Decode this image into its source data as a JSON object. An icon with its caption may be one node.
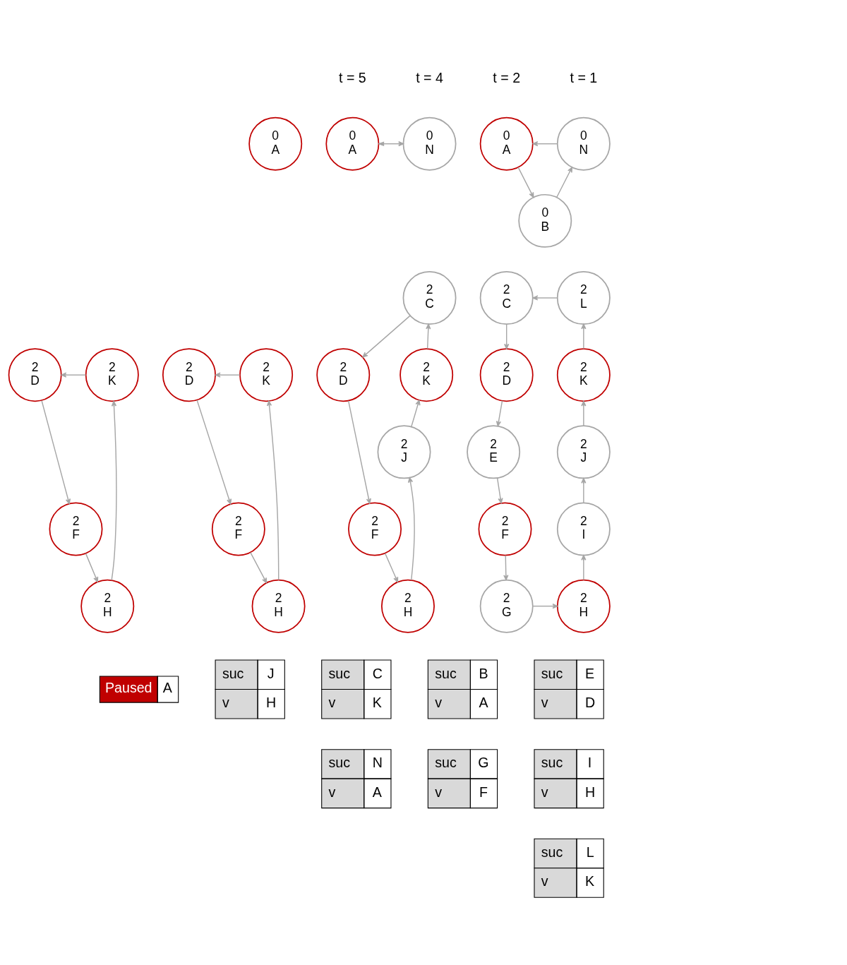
{
  "diagram": {
    "nodes": [
      {
        "text": [
          "2",
          "D"
        ]
      },
      {
        "text": [
          "2",
          "K"
        ]
      },
      {
        "text": [
          "2",
          "F"
        ]
      },
      {
        "text": [
          "2",
          "H"
        ]
      },
      {
        "text": [
          "0",
          "A"
        ]
      },
      {
        "text": [
          "2",
          "D"
        ]
      },
      {
        "text": [
          "2",
          "K"
        ]
      },
      {
        "text": [
          "2",
          "F"
        ]
      },
      {
        "text": [
          "2",
          "H"
        ]
      },
      {
        "text": [
          "0",
          "A"
        ]
      },
      {
        "text": [
          "0",
          "N"
        ]
      },
      {
        "text": [
          "2",
          "C"
        ]
      },
      {
        "text": [
          "2",
          "D"
        ]
      },
      {
        "text": [
          "2",
          "K"
        ]
      },
      {
        "text": [
          "2",
          "J"
        ]
      },
      {
        "text": [
          "2",
          "F"
        ]
      },
      {
        "text": [
          "2",
          "H"
        ]
      },
      {
        "text": [
          "0",
          "A"
        ]
      },
      {
        "text": [
          "0",
          "N"
        ]
      },
      {
        "text": [
          "0",
          "B"
        ]
      },
      {
        "text": [
          "2",
          "C"
        ]
      },
      {
        "text": [
          "2",
          "L"
        ]
      },
      {
        "text": [
          "2",
          "D"
        ]
      },
      {
        "text": [
          "2",
          "K"
        ]
      },
      {
        "text": [
          "2",
          "E"
        ]
      },
      {
        "text": [
          "2",
          "J"
        ]
      },
      {
        "text": [
          "2",
          "F"
        ]
      },
      {
        "text": [
          "2",
          "I"
        ]
      },
      {
        "text": [
          "2",
          "G"
        ]
      },
      {
        "text": [
          "2",
          "H"
        ]
      }
    ],
    "edges": [
      {
        "from": 1,
        "to": 0,
        "arrow": "to"
      },
      {
        "from": 0,
        "to": 2,
        "arrow": "to"
      },
      {
        "from": 2,
        "to": 3,
        "arrow": "to"
      },
      {
        "from": 3,
        "to": 1,
        "arrow": "to"
      },
      {
        "from": 6,
        "to": 5,
        "arrow": "to"
      },
      {
        "from": 5,
        "to": 7,
        "arrow": "to"
      },
      {
        "from": 7,
        "to": 8,
        "arrow": "to"
      },
      {
        "from": 8,
        "to": 6,
        "arrow": "to"
      },
      {
        "from": 9,
        "to": 10,
        "arrow": "both"
      },
      {
        "from": 11,
        "to": 12,
        "arrow": "to"
      },
      {
        "from": 13,
        "to": 11,
        "arrow": "to"
      },
      {
        "from": 12,
        "to": 15,
        "arrow": "to"
      },
      {
        "from": 15,
        "to": 16,
        "arrow": "to"
      },
      {
        "from": 16,
        "to": 14,
        "arrow": "to"
      },
      {
        "from": 14,
        "to": 13,
        "arrow": "to"
      },
      {
        "from": 18,
        "to": 17,
        "arrow": "to"
      },
      {
        "from": 17,
        "to": 19,
        "arrow": "to"
      },
      {
        "from": 19,
        "to": 18,
        "arrow": "to"
      },
      {
        "from": 21,
        "to": 20,
        "arrow": "to"
      },
      {
        "from": 20,
        "to": 22,
        "arrow": "to"
      },
      {
        "from": 23,
        "to": 21,
        "arrow": "to"
      },
      {
        "from": 22,
        "to": 24,
        "arrow": "to"
      },
      {
        "from": 25,
        "to": 23,
        "arrow": "to"
      },
      {
        "from": 24,
        "to": 26,
        "arrow": "to"
      },
      {
        "from": 27,
        "to": 25,
        "arrow": "to"
      },
      {
        "from": 26,
        "to": 28,
        "arrow": "to"
      },
      {
        "from": 29,
        "to": 27,
        "arrow": "to"
      },
      {
        "from": 28,
        "to": 29,
        "arrow": "to"
      }
    ],
    "labels": [
      "t = 5",
      "t = 4",
      "t = 2",
      "t = 1",
      "Paused",
      "A",
      "suc",
      "J",
      "v",
      "H",
      "suc",
      "C",
      "v",
      "K",
      "suc",
      "N",
      "v",
      "A",
      "suc",
      "B",
      "v",
      "A",
      "suc",
      "E",
      "v",
      "D",
      "suc",
      "G",
      "v",
      "F",
      "suc",
      "I",
      "v",
      "H",
      "suc",
      "L",
      "v",
      "K"
    ]
  }
}
